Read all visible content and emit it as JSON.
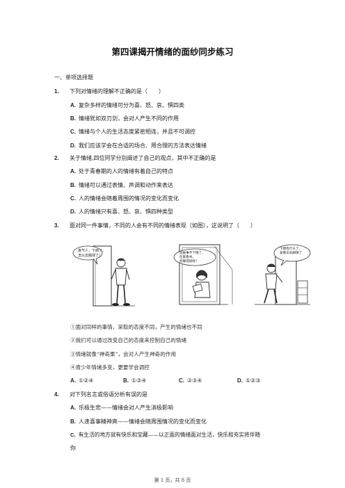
{
  "title": "第四课揭开情绪的面纱同步练习",
  "section": "一、单项选择题",
  "q1": {
    "num": "1.",
    "stem": "下列对情绪的理解不正确的是（　　）",
    "options": [
      {
        "letter": "A.",
        "text": "复杂多样的情绪可分为喜、怒、哀、惧四类"
      },
      {
        "letter": "B.",
        "text": "情绪犹如双刃剑，会对人产生不同的作用"
      },
      {
        "letter": "C.",
        "text": "情绪与个人的生活态度紧密相连，并且不可调控"
      },
      {
        "letter": "D.",
        "text": "我们应该学会在合适的场合、用合理的方法表达情绪"
      }
    ]
  },
  "q2": {
    "num": "2.",
    "stem": "关于情绪,四位同学分别阐述了自己的观点，其中不正确的是",
    "options": [
      {
        "letter": "A.",
        "text": "处于青春期的人的情绪有着自己的特点"
      },
      {
        "letter": "B.",
        "text": "情绪可以通过表情、声调和动作来表达"
      },
      {
        "letter": "C.",
        "text": "人的情绪会随着周围的情况的变化而变化"
      },
      {
        "letter": "D.",
        "text": "人的情绪只有喜、怒、哀、惧四种类型"
      }
    ]
  },
  "q3": {
    "num": "3.",
    "stem": "面对同一件事情，不同的人会有不同的情绪表现（如图），这说明了（　　）",
    "bubbles": [
      "真气人，下雨了，怎么去踢球了！",
      "说故事不下雨了，在家看书，舒服得很呢！",
      "下雨有什么了，拿雨伞去踢球了"
    ],
    "items": [
      "①面对同样的事情，采取的态度不同，产生的情绪也不同",
      "②我们可以通过改变自己的态度来控制自己的情绪",
      "③情绪就像“神奇果”，会对人产生神奇的作用",
      "④青少年情绪多变，更要学会调控"
    ],
    "choices": [
      {
        "letter": "A.",
        "text": "①②④"
      },
      {
        "letter": "B.",
        "text": "①③④"
      },
      {
        "letter": "C.",
        "text": "②③④"
      },
      {
        "letter": "D.",
        "text": "①②③"
      }
    ]
  },
  "q4": {
    "num": "4.",
    "stem": "对下列名言或俗语分析有误的是",
    "options": [
      {
        "letter": "A.",
        "text": "乐极生悲——情绪会对人产生消极影响"
      },
      {
        "letter": "B.",
        "text": "人逢喜事精神爽——情绪会随周围情况的变化而变化"
      },
      {
        "letter": "C.",
        "text": "有生活的地方就有快乐和宝藏——以正面的情绪面对生活，快乐和充实将伴随"
      }
    ],
    "continuation": "你"
  },
  "footer": "第 1 页，共 8 页"
}
